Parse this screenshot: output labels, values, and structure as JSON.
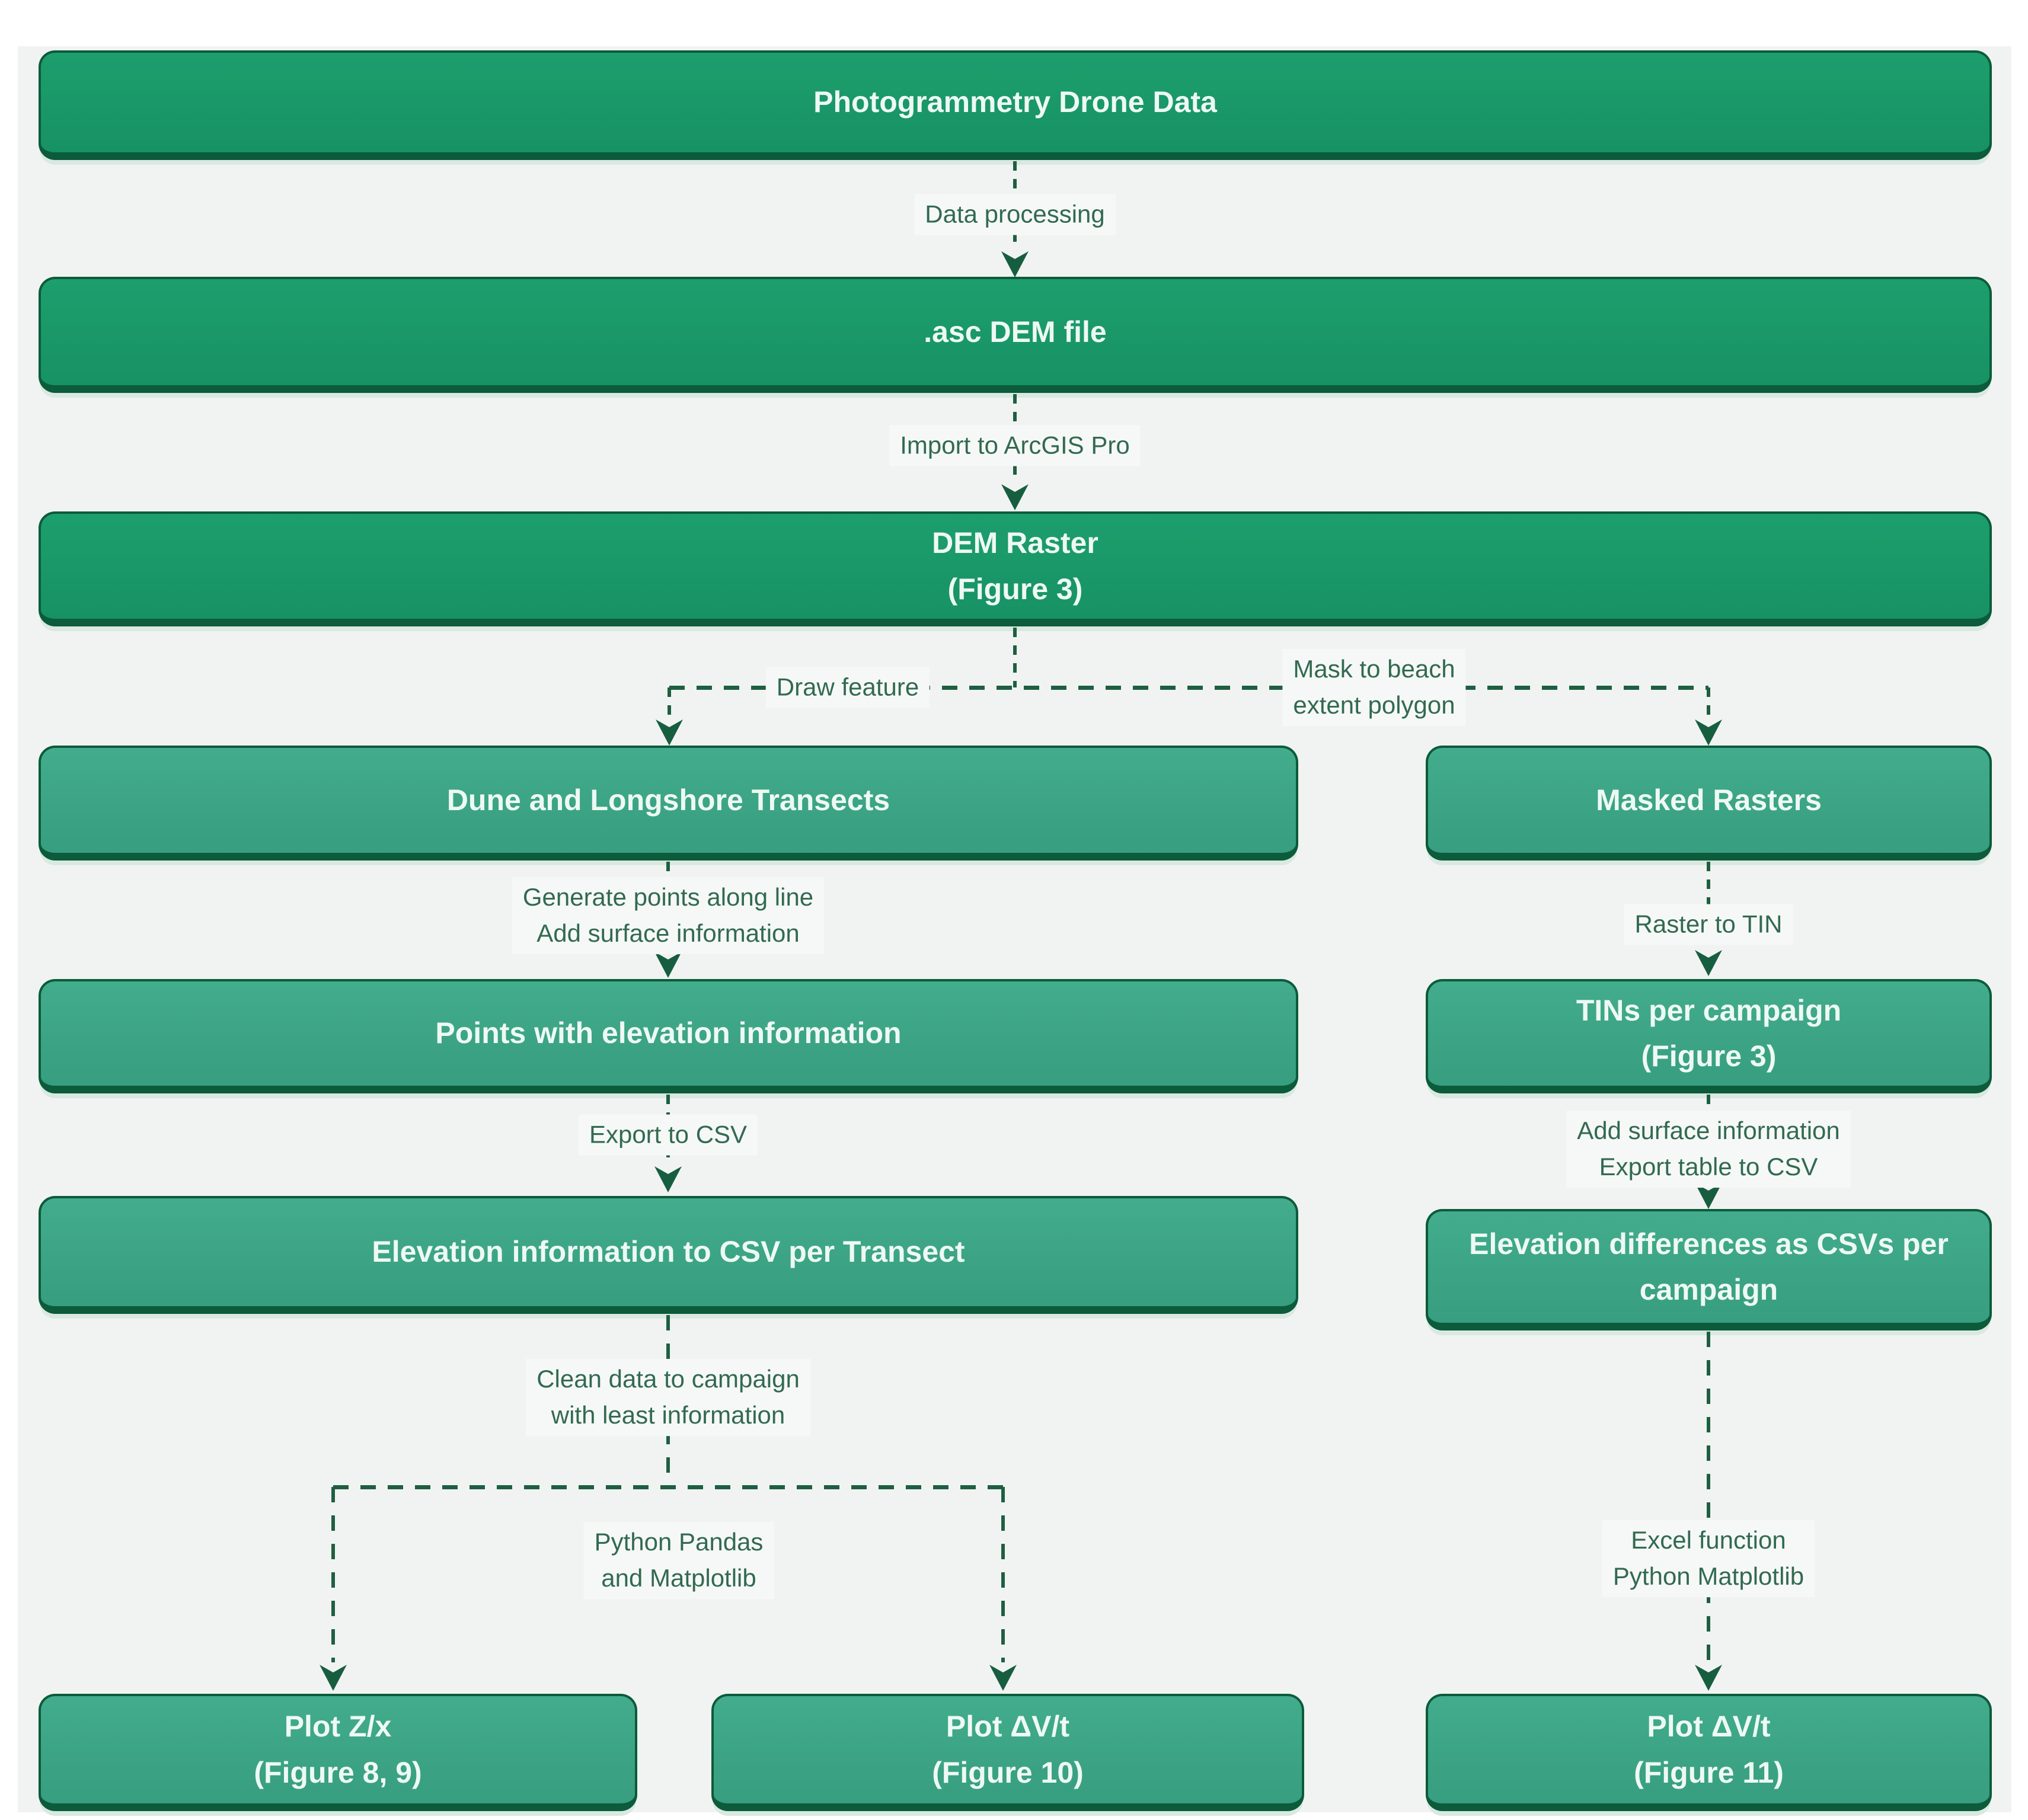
{
  "flowchart": {
    "nodes": {
      "photogrammetry": {
        "label": "Photogrammetry Drone Data"
      },
      "asc_dem": {
        "label": ".asc DEM file"
      },
      "dem_raster": {
        "line1": "DEM Raster",
        "line2": "(Figure 3)"
      },
      "dune_transects": {
        "label": "Dune and Longshore Transects"
      },
      "masked_rasters": {
        "label": "Masked Rasters"
      },
      "points_elevation": {
        "label": "Points with elevation information"
      },
      "tins_campaign": {
        "line1": "TINs per campaign",
        "line2": "(Figure 3)"
      },
      "elevation_csv_transect": {
        "label": "Elevation information to CSV per Transect"
      },
      "elevation_diffs": {
        "label": "Elevation differences as CSVs per campaign"
      },
      "plot_zx": {
        "line1": "Plot Z/x",
        "line2": "(Figure 8, 9)"
      },
      "plot_dvt_10": {
        "line1": "Plot ΔV/t",
        "line2": "(Figure 10)"
      },
      "plot_dvt_11": {
        "line1": "Plot ΔV/t",
        "line2": "(Figure 11)"
      }
    },
    "edge_labels": {
      "data_processing": "Data processing",
      "import_to_arcgis": "Import to ArcGIS Pro",
      "draw_feature": "Draw feature",
      "mask_to_beach": {
        "line1": "Mask to beach",
        "line2": "extent polygon"
      },
      "generate_points": {
        "line1": "Generate points along line",
        "line2": "Add surface information"
      },
      "raster_to_tin": "Raster to TIN",
      "export_to_csv": "Export to CSV",
      "tin_table": {
        "line1": "Add surface information",
        "line2": "Export table to CSV"
      },
      "clean_data": {
        "line1": "Clean data to campaign",
        "line2": "with least information"
      },
      "python_pandas": {
        "line1": "Python Pandas",
        "line2": "and Matplotlib"
      },
      "excel_matplotlib": {
        "line1": "Excel function",
        "line2": "Python Matplotlib"
      }
    },
    "colors": {
      "primary_box": "#1b9b6a",
      "secondary_box": "#3ca985",
      "box_border": "#0c5b3b",
      "arrow": "#1e5f41",
      "label_text": "#326a51",
      "box_text": "#eef9f3",
      "canvas_bg": "#f1f3f2"
    }
  }
}
